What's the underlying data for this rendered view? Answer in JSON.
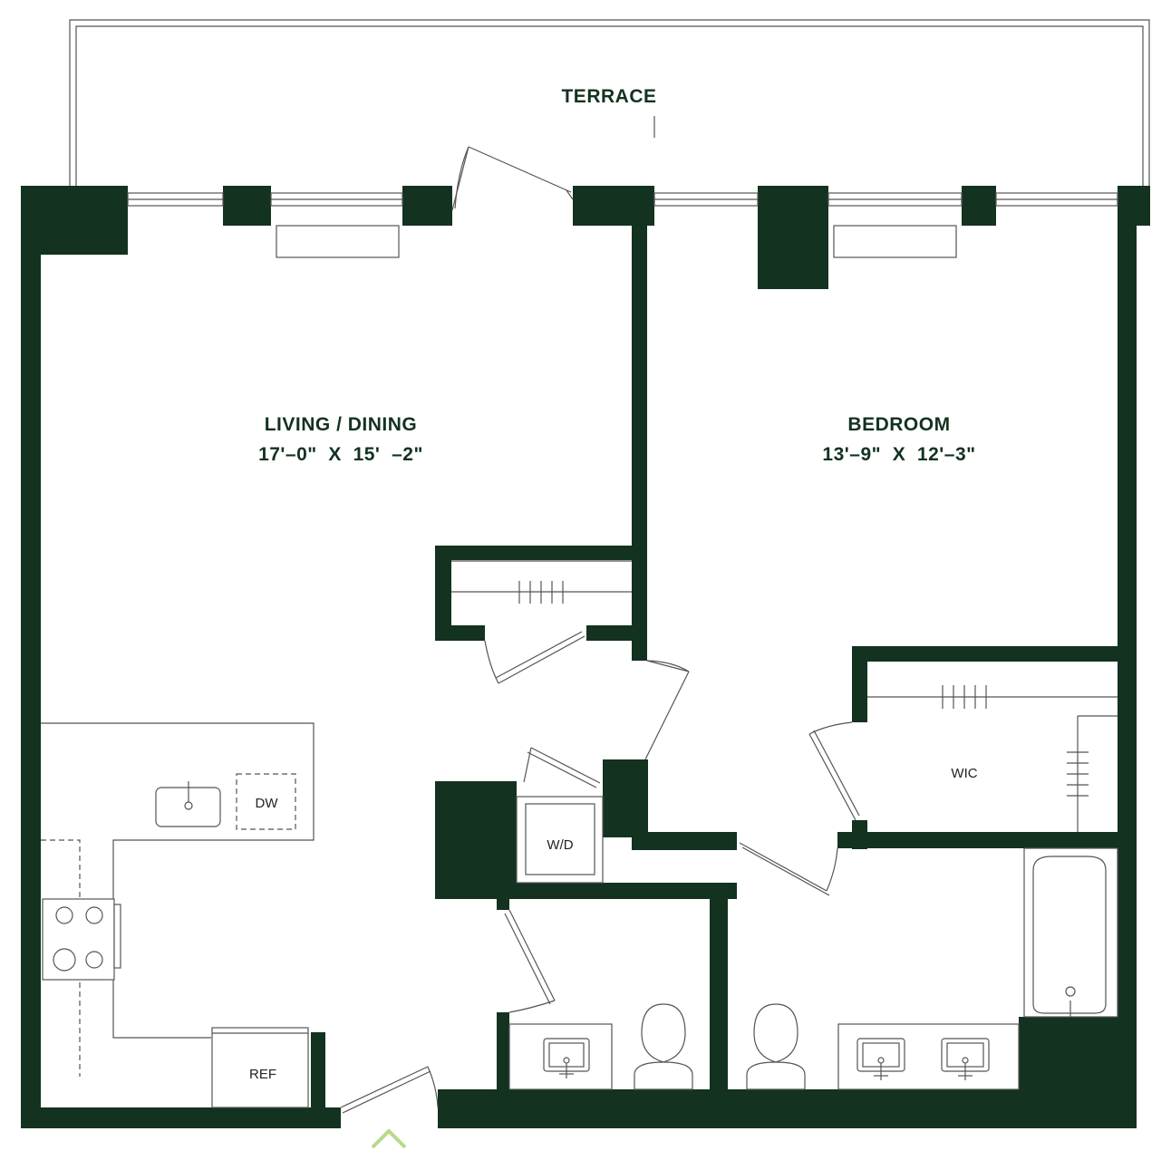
{
  "terrace_label": "TERRACE",
  "living": {
    "name": "LIVING / DINING",
    "dimensions": "17'–0\"  X  15'  –2\""
  },
  "bedroom": {
    "name": "BEDROOM",
    "dimensions": "13'–9\"  X  12'–3\""
  },
  "fixtures": {
    "dishwasher": "DW",
    "washer_dryer": "W/D",
    "refrigerator": "REF",
    "closet": "WIC"
  },
  "colors": {
    "wall": "#133220",
    "entry_marker": "#b9d98a"
  },
  "entry_icon": "chevron-up-icon"
}
